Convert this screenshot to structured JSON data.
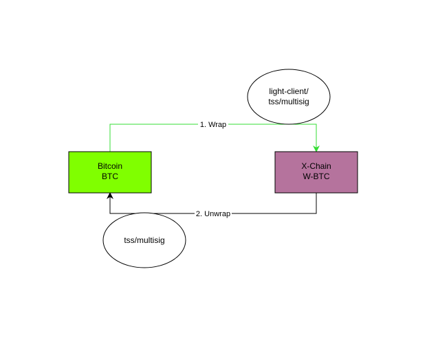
{
  "diagram": {
    "nodes": {
      "bitcoin": {
        "line1": "Bitcoin",
        "line2": "BTC",
        "fill": "#80ff00"
      },
      "xchain": {
        "line1": "X-Chain",
        "line2": "W-BTC",
        "fill": "#b5739d"
      },
      "lightclient": {
        "line1": "light-client/",
        "line2": "tss/multisig"
      },
      "tss": {
        "label": "tss/multisig"
      }
    },
    "edges": {
      "wrap": {
        "label": "1. Wrap",
        "color": "#33dd33"
      },
      "unwrap": {
        "label": "2. Unwrap",
        "color": "#000000"
      }
    }
  }
}
